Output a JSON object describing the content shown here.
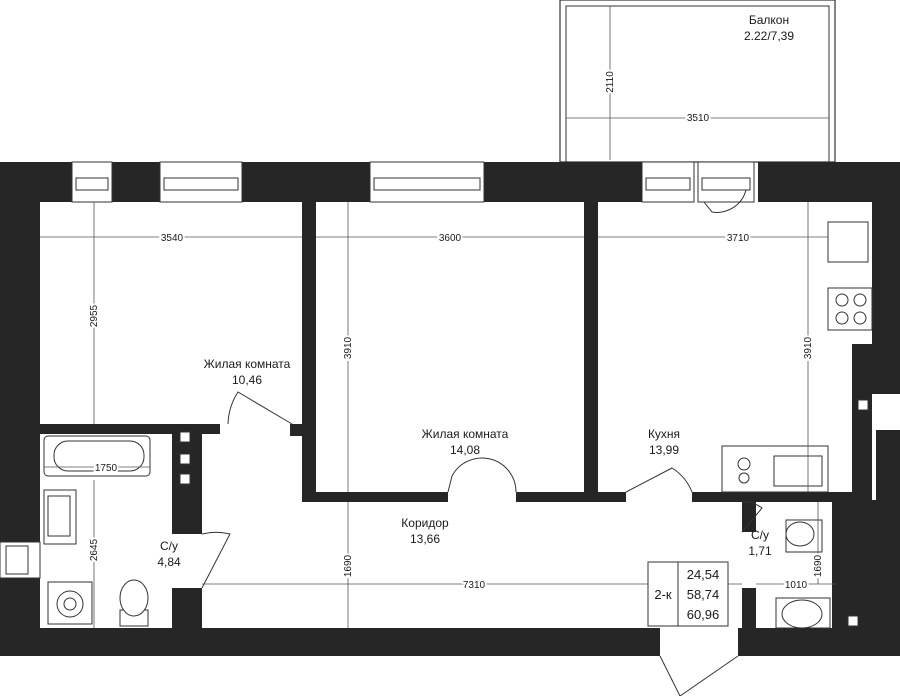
{
  "rooms": {
    "balcony": {
      "name": "Балкон",
      "area": "2.22/7,39"
    },
    "living1": {
      "name": "Жилая комната",
      "area": "10,46"
    },
    "living2": {
      "name": "Жилая комната",
      "area": "14,08"
    },
    "kitchen": {
      "name": "Кухня",
      "area": "13,99"
    },
    "corridor": {
      "name": "Коридор",
      "area": "13,66"
    },
    "bath1": {
      "name": "С/у",
      "area": "4,84"
    },
    "bath2": {
      "name": "С/у",
      "area": "1,71"
    }
  },
  "dimensions": {
    "balcony_width": "3510",
    "balcony_depth": "2110",
    "living1_width": "3540",
    "living1_depth": "2955",
    "living2_width": "3600",
    "living2_depth": "3910",
    "kitchen_width": "3710",
    "kitchen_depth": "3910",
    "bath1_tub": "1750",
    "bath1_depth": "2645",
    "corridor_length": "7310",
    "corridor_depth": "1690",
    "bath2_width": "1010",
    "bath2_depth": "1690"
  },
  "summary": {
    "type": "2-к",
    "living_area": "24,54",
    "total_area": "58,74",
    "total_with_balcony": "60,96"
  }
}
